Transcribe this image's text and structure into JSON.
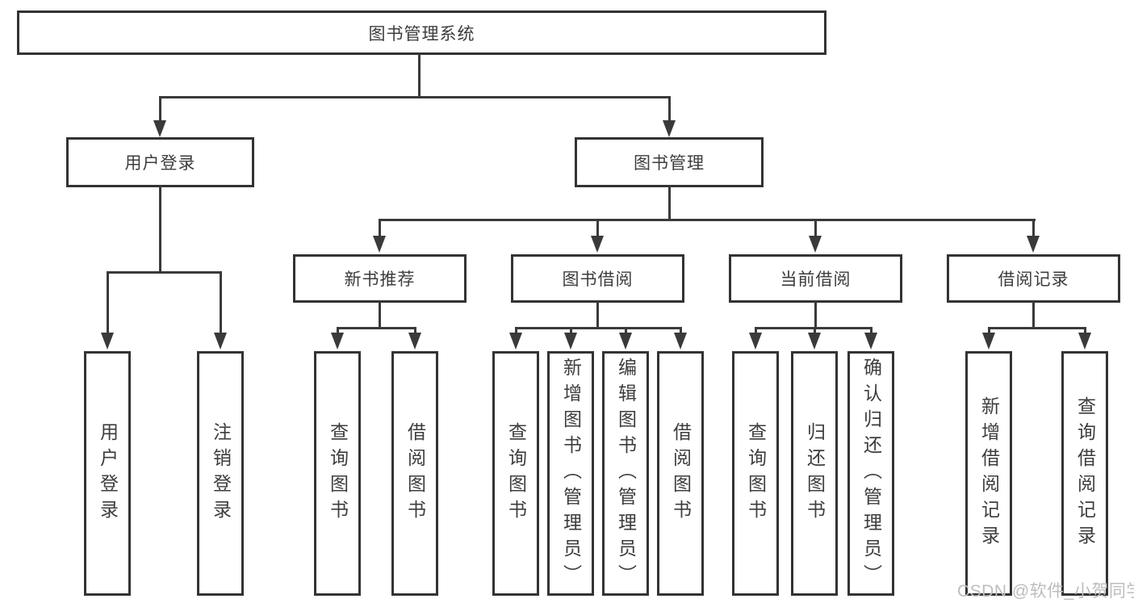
{
  "tree": {
    "root": {
      "label": "图书管理系统",
      "children": [
        {
          "label": "用户登录",
          "children": [
            {
              "label": "用户登录"
            },
            {
              "label": "注销登录"
            }
          ]
        },
        {
          "label": "图书管理",
          "children": [
            {
              "label": "新书推荐",
              "children": [
                {
                  "label": "查询图书"
                },
                {
                  "label": "借阅图书"
                }
              ]
            },
            {
              "label": "图书借阅",
              "children": [
                {
                  "label": "查询图书"
                },
                {
                  "label": "新增图书（管理员）"
                },
                {
                  "label": "编辑图书（管理员）"
                },
                {
                  "label": "借阅图书"
                }
              ]
            },
            {
              "label": "当前借阅",
              "children": [
                {
                  "label": "查询图书"
                },
                {
                  "label": "归还图书"
                },
                {
                  "label": "确认归还（管理员）"
                }
              ]
            },
            {
              "label": "借阅记录",
              "children": [
                {
                  "label": "新增借阅记录"
                },
                {
                  "label": "查询借阅记录"
                }
              ]
            }
          ]
        }
      ]
    }
  },
  "watermark": {
    "text": "CSDN @软件_小贺同学"
  },
  "colors": {
    "line": "#3a3a3a",
    "border": "#333333",
    "text": "#3d3d3d",
    "background": "#ffffff",
    "watermark": "#bdbdbd"
  }
}
